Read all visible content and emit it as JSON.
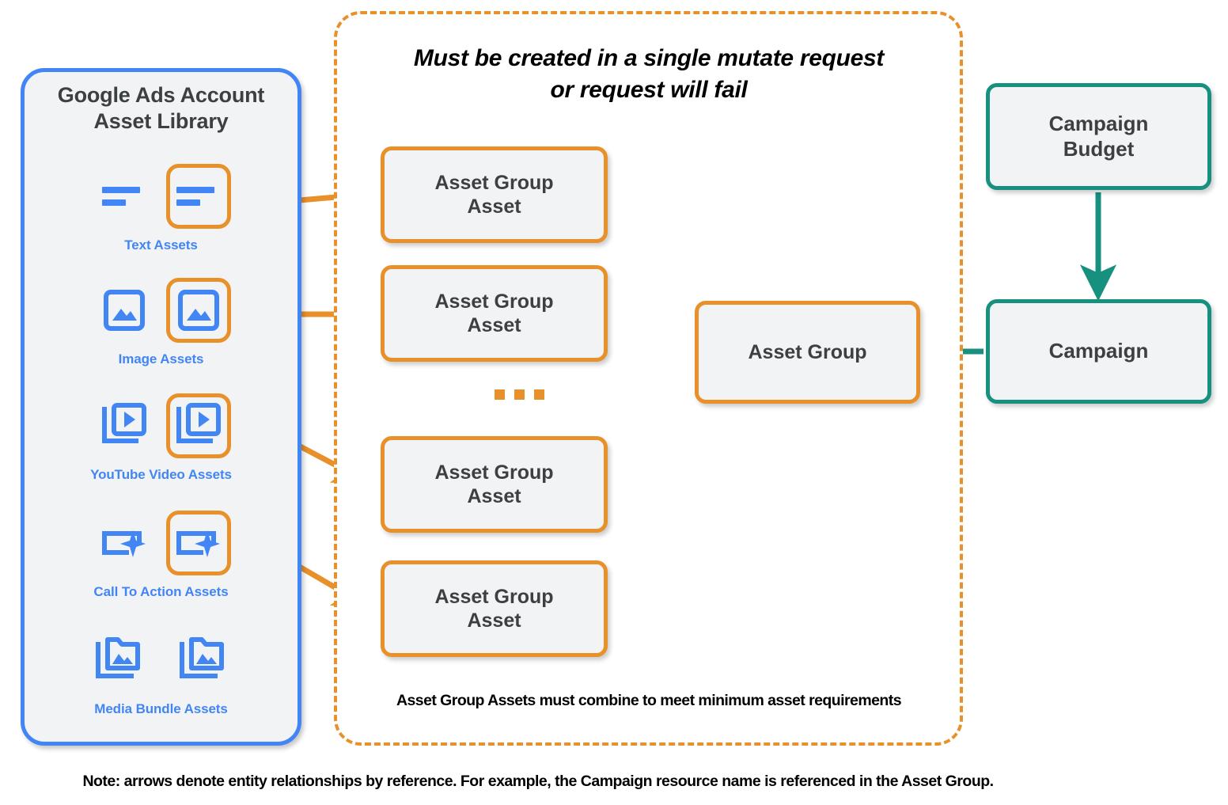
{
  "library": {
    "title": "Google Ads Account\nAsset Library",
    "title_line1": "Google Ads Account",
    "title_line2": "Asset Library",
    "items": [
      {
        "label": "Text Assets",
        "icon": "text-asset-icon",
        "highlighted": true
      },
      {
        "label": "Image Assets",
        "icon": "image-asset-icon",
        "highlighted": true
      },
      {
        "label": "YouTube Video  Assets",
        "icon": "youtube-video-asset-icon",
        "highlighted": true
      },
      {
        "label": "Call To Action Assets",
        "icon": "call-to-action-asset-icon",
        "highlighted": true
      },
      {
        "label": "Media Bundle  Assets",
        "icon": "media-bundle-asset-icon",
        "highlighted": false
      }
    ]
  },
  "mutate_group": {
    "title_line1": "Must be created in a single mutate request",
    "title_line2": "or request will fail",
    "footer": "Asset Group Assets must combine to meet minimum asset requirements",
    "ellipsis": "...",
    "asset_group_assets": [
      {
        "line1": "Asset Group",
        "line2": "Asset"
      },
      {
        "line1": "Asset Group",
        "line2": "Asset"
      },
      {
        "line1": "Asset Group",
        "line2": "Asset"
      },
      {
        "line1": "Asset Group",
        "line2": "Asset"
      }
    ]
  },
  "nodes": {
    "asset_group": "Asset Group",
    "campaign_budget_line1": "Campaign",
    "campaign_budget_line2": "Budget",
    "campaign": "Campaign"
  },
  "footnote": "Note: arrows denote entity relationships by reference. For example, the Campaign resource name is referenced in the Asset Group.",
  "colors": {
    "orange": "#E8902A",
    "blue": "#4285F4",
    "teal": "#17907F",
    "node_fill": "#F1F3F4",
    "text_dark": "#3C4043",
    "background": "#FFFFFF"
  }
}
